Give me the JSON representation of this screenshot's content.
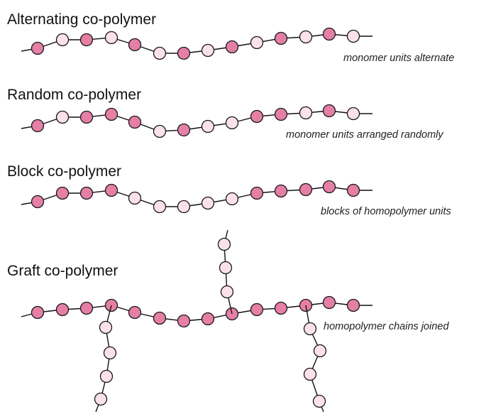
{
  "colors": {
    "dark": "#e57fa6",
    "light": "#fbe1ea",
    "line": "#111111"
  },
  "panels": [
    {
      "title": "Alternating co-polymer",
      "caption": "monomer units alternate",
      "sequence": [
        "D",
        "L",
        "D",
        "L",
        "D",
        "L",
        "D",
        "L",
        "D",
        "L",
        "D",
        "L",
        "D",
        "L"
      ]
    },
    {
      "title": "Random co-polymer",
      "caption": "monomer units arranged randomly",
      "sequence": [
        "D",
        "L",
        "D",
        "D",
        "D",
        "L",
        "D",
        "L",
        "L",
        "D",
        "D",
        "L",
        "D",
        "L"
      ]
    },
    {
      "title": "Block co-polymer",
      "caption": "blocks of homopolymer units",
      "sequence": [
        "D",
        "D",
        "D",
        "D",
        "L",
        "L",
        "L",
        "L",
        "L",
        "D",
        "D",
        "D",
        "D",
        "D"
      ]
    },
    {
      "title": "Graft co-polymer",
      "caption": "homopolymer chains joined",
      "sequence": [
        "D",
        "D",
        "D",
        "D",
        "D",
        "D",
        "D",
        "D",
        "D",
        "D",
        "D",
        "D",
        "D",
        "D"
      ],
      "branches": [
        "L",
        "L",
        "L",
        "L"
      ]
    }
  ]
}
